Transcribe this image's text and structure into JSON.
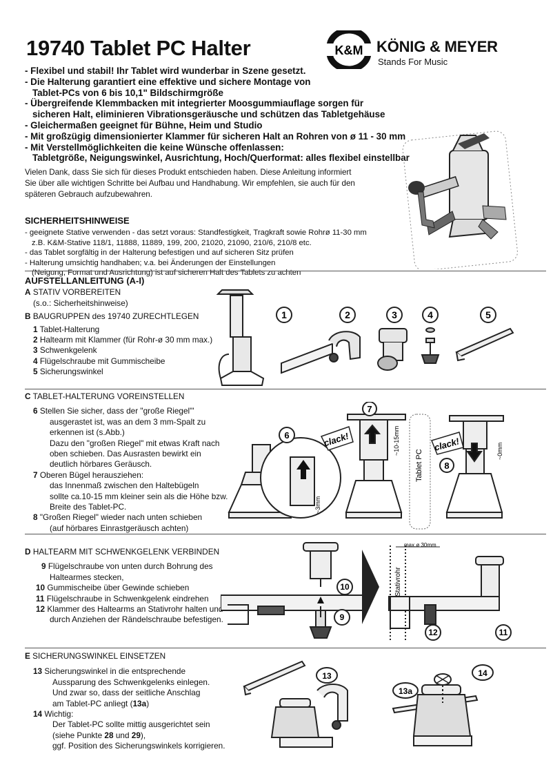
{
  "title": "19740 Tablet PC Halter",
  "logo": {
    "mark": "K&M",
    "brand": "KÖNIG & MEYER",
    "tagline": "Stands For Music"
  },
  "features": [
    "- Flexibel und stabil! Ihr Tablet wird wunderbar in Szene gesetzt.",
    "- Die Halterung garantiert eine effektive und sichere Montage von",
    "Tablet-PCs von 6 bis 10,1\" Bildschirmgröße",
    "- Übergreifende Klemmbacken mit integrierter Moosgummiauflage sorgen für",
    "sicheren Halt, eliminieren Vibrationsgeräusche und schützen das Tabletgehäuse",
    "- Gleichermaßen geeignet für Bühne, Heim und Studio",
    "- Mit großzügig dimensionierter Klammer für sicheren Halt an Rohren von ø 11 - 30 mm",
    "- Mit Verstellmöglichkeiten die keine Wünsche offenlassen:",
    "Tabletgröße, Neigungswinkel, Ausrichtung, Hoch/Querformat: alles flexibel einstellbar"
  ],
  "intro": [
    "Vielen Dank, dass Sie sich für dieses Produkt entschieden haben. Diese Anleitung informiert",
    "Sie über alle wichtigen Schritte bei Aufbau und Handhabung. Wir empfehlen, sie auch für den",
    "späteren Gebrauch aufzubewahren."
  ],
  "safety": {
    "heading": "SICHERHEITSHINWEISE",
    "lines": [
      "- geeignete Stative verwenden - das setzt voraus: Standfestigkeit, Tragkraft sowie Rohrø 11-30 mm",
      "z.B. K&M-Stative 118/1, 11888, 11889, 199, 200, 21020, 21090, 210/6, 210/8 etc.",
      "- das Tablet sorgfältig in der Halterung befestigen und auf sicheren Sitz prüfen",
      "- Halterung umsichtig handhaben; v.a. bei Änderungen der Einstellungen",
      "(Neigung, Format und Ausrichtung) ist auf sicheren Halt des Tablets zu achten"
    ]
  },
  "assembly_heading": "AUFSTELLANLEITUNG (A-I)",
  "section_a": {
    "letter": "A",
    "title": "STATIV VORBEREITEN",
    "note": "(s.o.: Sicherheitshinweise)"
  },
  "section_b": {
    "letter": "B",
    "title": "BAUGRUPPEN des 19740 ZURECHTLEGEN",
    "items": [
      {
        "num": "1",
        "text": "Tablet-Halterung"
      },
      {
        "num": "2",
        "text": "Haltearm mit Klammer (für Rohr-ø 30 mm max.)"
      },
      {
        "num": "3",
        "text": "Schwenkgelenk"
      },
      {
        "num": "4",
        "text": "Flügelschraube mit Gummischeibe"
      },
      {
        "num": "5",
        "text": "Sicherungswinkel"
      }
    ]
  },
  "section_c": {
    "letter": "C",
    "title": "TABLET-HALTERUNG VOREINSTELLEN",
    "lines": [
      {
        "num": "6",
        "text": "Stellen Sie sicher, dass der \"große Riegel\"'"
      },
      {
        "num": "",
        "text": "ausgerastet ist, was an dem 3 mm-Spalt zu"
      },
      {
        "num": "",
        "text": "erkennen ist (s.Abb.)"
      },
      {
        "num": "",
        "text": "Dazu den \"großen Riegel\" mit etwas Kraft nach"
      },
      {
        "num": "",
        "text": "oben schieben. Das Ausrasten bewirkt ein"
      },
      {
        "num": "",
        "text": "deutlich hörbares Geräusch."
      },
      {
        "num": "7",
        "text": "Oberen Bügel herausziehen:"
      },
      {
        "num": "",
        "text": "das Innenmaß zwischen den Haltebügeln"
      },
      {
        "num": "",
        "text": "sollte ca.10-15 mm kleiner sein als die Höhe bzw."
      },
      {
        "num": "",
        "text": "Breite des Tablet-PC."
      },
      {
        "num": "8",
        "text": "\"Großen Riegel\" wieder nach unten schieben"
      },
      {
        "num": "",
        "text": "(auf hörbares Einrastgeräusch achten)"
      }
    ],
    "fig_labels": {
      "klack": "clack!",
      "gap": "~3mm",
      "range": "~10-15mm",
      "zero": "~0mm",
      "tablet": "Tablet PC"
    }
  },
  "section_d": {
    "letter": "D",
    "title": "HALTEARM MIT SCHWENKGELENK VERBINDEN",
    "lines": [
      {
        "num": "9",
        "text": "Flügelschraube von unten durch Bohrung des"
      },
      {
        "num": "",
        "text": "Haltearmes stecken,"
      },
      {
        "num": "10",
        "text": "Gummischeibe über Gewinde schieben"
      },
      {
        "num": "11",
        "text": "Flügelschraube in Schwenkgelenk eindrehen"
      },
      {
        "num": "12",
        "text": "Klammer des Haltearms an Stativrohr halten und"
      },
      {
        "num": "",
        "text": "durch Anziehen der Rändelschraube befestigen."
      }
    ],
    "fig_labels": {
      "max": "max.ø 30mm",
      "tube": "Stativrohr"
    }
  },
  "section_e": {
    "letter": "E",
    "title": "SICHERUNGSWINKEL EINSETZEN",
    "l1_num": "13",
    "l1": "Sicherungswinkel in die entsprechende",
    "l2": "Aussparung des Schwenkgelenks einlegen.",
    "l3": "Und zwar so, dass der seitliche Anschlag",
    "l4_pre": "am Tablet-PC anliegt (",
    "l4_ref": "13a",
    "l4_post": ")",
    "l5_num": "14",
    "l5": "Wichtig:",
    "l6": "Der Tablet-PC sollte mittig ausgerichtet sein",
    "l7_pre": "(siehe Punkte ",
    "l7_ref1": "28",
    "l7_mid": " und ",
    "l7_ref2": "29",
    "l7_post": "),",
    "l8": "ggf. Position des Sicherungswinkels korrigieren."
  },
  "callouts": {
    "b": [
      "1",
      "2",
      "3",
      "4",
      "5"
    ],
    "c": [
      "6",
      "7",
      "8"
    ],
    "d": [
      "10",
      "9",
      "12",
      "11"
    ],
    "e": [
      "13",
      "13a",
      "14"
    ]
  }
}
